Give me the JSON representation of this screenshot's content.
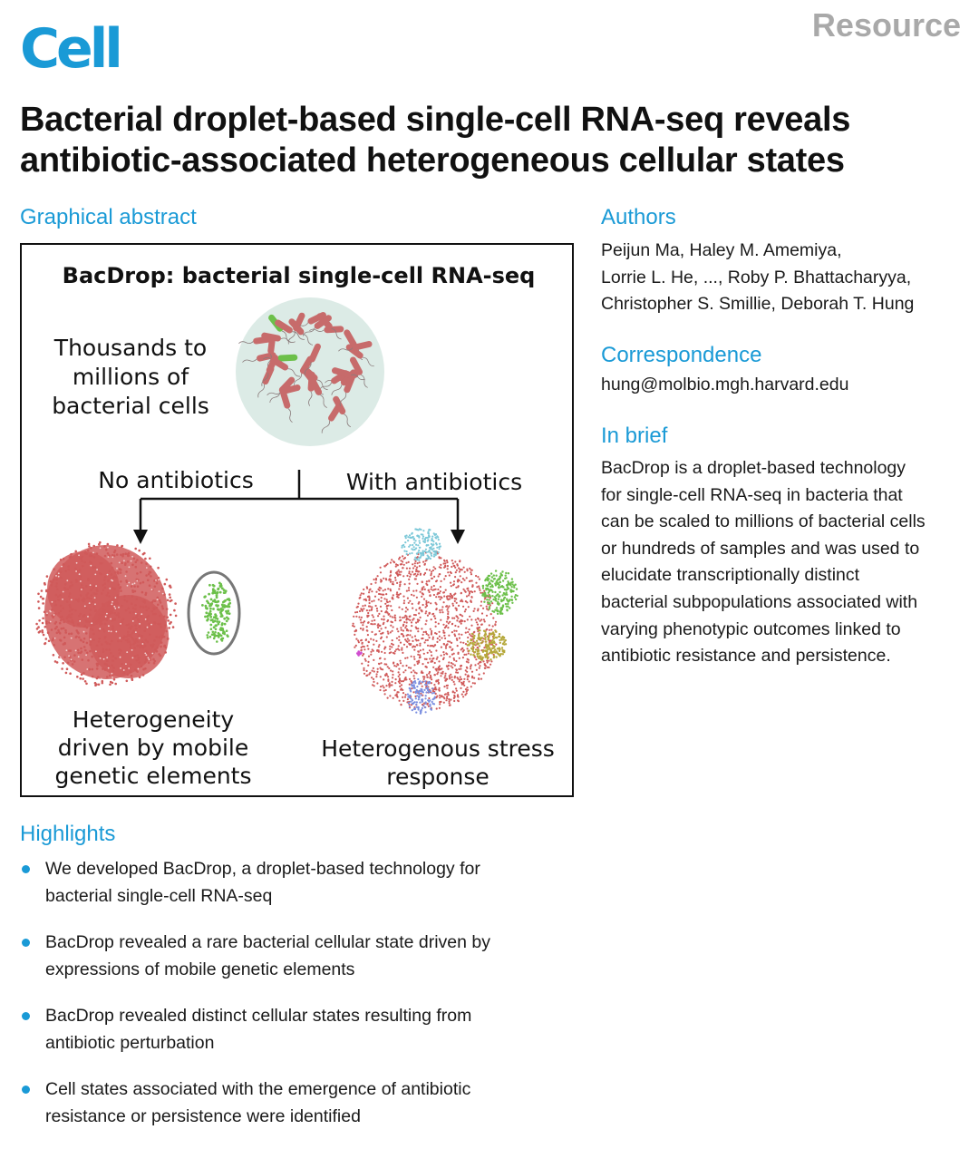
{
  "header": {
    "journal": "Cell",
    "article_type": "Resource",
    "title_line1": "Bacterial droplet-based single-cell RNA-seq reveals",
    "title_line2": "antibiotic-associated heterogeneous cellular states"
  },
  "graphical_abstract": {
    "heading": "Graphical abstract",
    "figure_title": "BacDrop: bacterial single-cell RNA-seq",
    "input_label": [
      "Thousands to",
      "millions of",
      "bacterial cells"
    ],
    "branch_left": "No antibiotics",
    "branch_right": "With antibiotics",
    "result_left": [
      "Heterogeneity",
      "driven by mobile",
      "genetic elements"
    ],
    "result_right": [
      "Heterogenous stress",
      "response"
    ],
    "colors": {
      "red_cells": "#d05a5a",
      "green_cells": "#6cc04a",
      "cyan_cluster": "#7cc8d8",
      "olive_cluster": "#b5a83a",
      "blue_cluster": "#7b8fe0",
      "magenta_cluster": "#d04ed0",
      "circle_bg": "#dcebe6"
    }
  },
  "authors": {
    "heading": "Authors",
    "line1": "Peijun Ma, Haley M. Amemiya,",
    "line2": "Lorrie L. He, ..., Roby P. Bhattacharyya,",
    "line3": "Christopher S. Smillie, Deborah T. Hung"
  },
  "correspondence": {
    "heading": "Correspondence",
    "email": "hung@molbio.mgh.harvard.edu"
  },
  "in_brief": {
    "heading": "In brief",
    "lines": [
      "BacDrop is a droplet-based technology",
      "for single-cell RNA-seq in bacteria that",
      "can be scaled to millions of bacterial cells",
      "or hundreds of samples and was used to",
      "elucidate transcriptionally distinct",
      "bacterial subpopulations associated with",
      "varying phenotypic outcomes linked to",
      "antibiotic resistance and persistence."
    ]
  },
  "highlights": {
    "heading": "Highlights",
    "items": [
      [
        "We developed BacDrop, a droplet-based technology for",
        "bacterial single-cell RNA-seq"
      ],
      [
        "BacDrop revealed a rare bacterial cellular state driven by",
        "expressions of mobile genetic elements"
      ],
      [
        "BacDrop revealed distinct cellular states resulting from",
        "antibiotic perturbation"
      ],
      [
        "Cell states associated with the emergence of antibiotic",
        "resistance or persistence were identified"
      ]
    ]
  }
}
